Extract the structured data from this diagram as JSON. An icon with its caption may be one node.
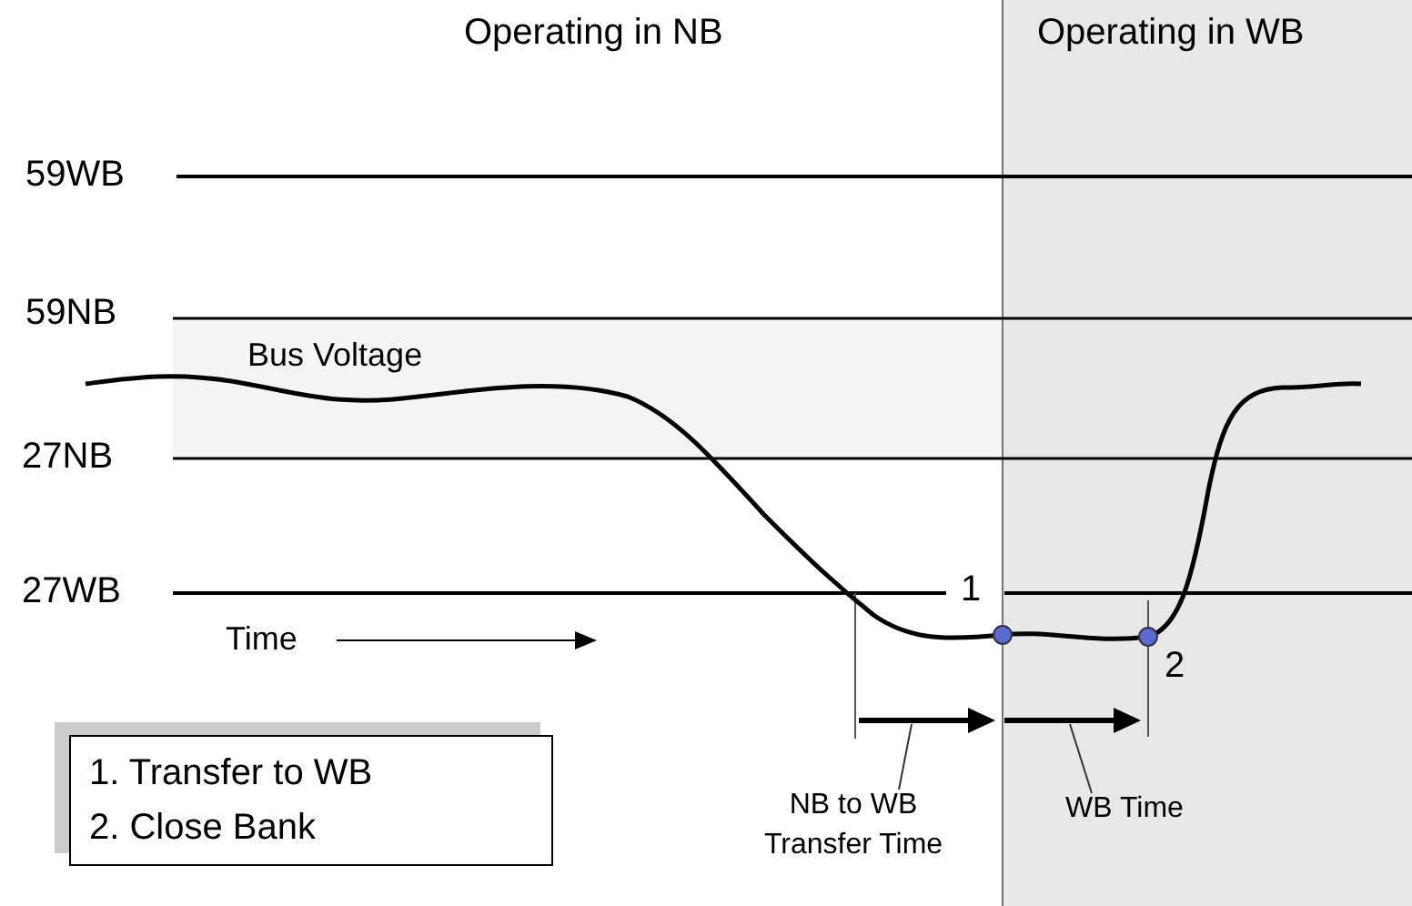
{
  "diagram": {
    "nodes": [
      {
        "text": [
          "1. Transfer to WB",
          "2. Close Bank"
        ]
      },
      {
        "text": [
          "NB to WB Transfer Time"
        ]
      },
      {
        "text": [
          "WB Time"
        ]
      }
    ],
    "edges": [
      {
        "from": 1,
        "to": null,
        "arrow": "none"
      },
      {
        "from": 2,
        "to": null,
        "arrow": "none"
      }
    ],
    "labels": [
      "Operating in NB",
      "Operating in WB",
      "59WB",
      "59NB",
      "Bus Voltage",
      "27NB",
      "27WB",
      "Time",
      "1",
      "2"
    ]
  }
}
